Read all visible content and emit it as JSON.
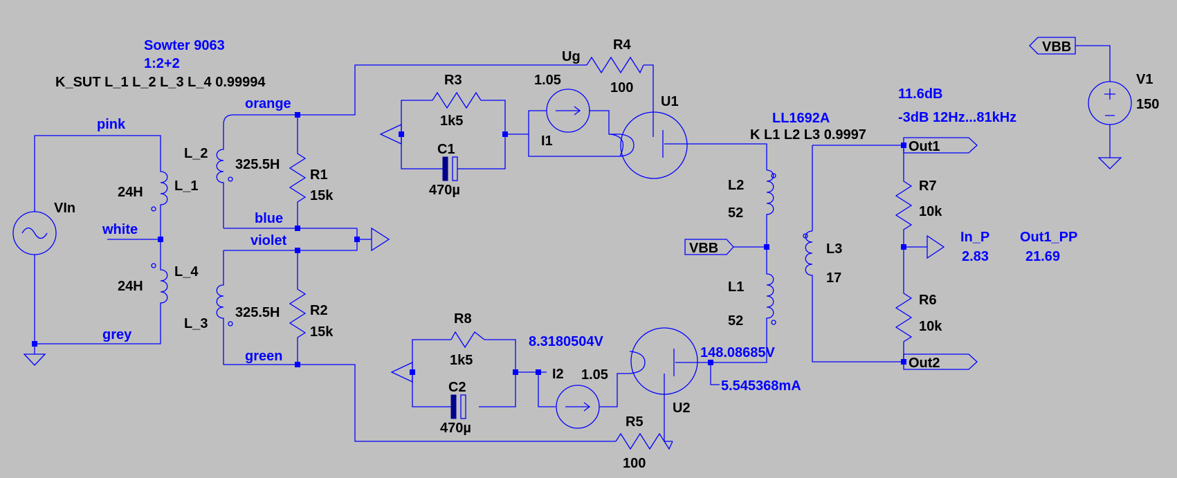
{
  "transformer_sut": {
    "name": "Sowter 9063",
    "ratio": "1:2+2",
    "coupling": "K_SUT L_1 L_2 L_3 L_4 0.99994"
  },
  "transformer_out": {
    "name": "LL1692A",
    "coupling": "K L1 L2 L3 0.9997"
  },
  "measure": {
    "gain": "11.6dB",
    "bandwidth": "-3dB  12Hz...81kHz",
    "in_p_label": "In_P",
    "in_p_value": "2.83",
    "out_pp_label": "Out1_PP",
    "out_pp_value": "21.69"
  },
  "nets": {
    "pink": "pink",
    "white": "white",
    "grey": "grey",
    "orange": "orange",
    "blue": "blue",
    "violet": "violet",
    "green": "green",
    "ug": "Ug"
  },
  "components": {
    "vin": "VIn",
    "l_1": {
      "name": "L_1",
      "value": "24H"
    },
    "l_4": {
      "name": "L_4",
      "value": "24H"
    },
    "l_2": {
      "name": "L_2",
      "value": "325.5H"
    },
    "l_3": {
      "name": "L_3",
      "value": "325.5H"
    },
    "r1": {
      "name": "R1",
      "value": "15k"
    },
    "r2": {
      "name": "R2",
      "value": "15k"
    },
    "r3": {
      "name": "R3",
      "value": "1k5"
    },
    "r8": {
      "name": "R8",
      "value": "1k5"
    },
    "c1": {
      "name": "C1",
      "value": "470µ"
    },
    "c2": {
      "name": "C2",
      "value": "470µ"
    },
    "i1": {
      "name": "I1",
      "value": "1.05"
    },
    "i2": {
      "name": "I2",
      "value": "1.05"
    },
    "r4": {
      "name": "R4",
      "value": "100"
    },
    "r5": {
      "name": "R5",
      "value": "100"
    },
    "u1": "U1",
    "u2": "U2",
    "l1": {
      "name": "L1",
      "value": "52"
    },
    "l2": {
      "name": "L2",
      "value": "52"
    },
    "l3": {
      "name": "L3",
      "value": "17"
    },
    "r6": {
      "name": "R6",
      "value": "10k"
    },
    "r7": {
      "name": "R7",
      "value": "10k"
    },
    "v1": {
      "name": "V1",
      "value": "150"
    }
  },
  "flags": {
    "vbb_mid": "VBB",
    "vbb_top": "VBB",
    "out1": "Out1",
    "out2": "Out2"
  },
  "probes": {
    "cathode_voltage": "8.3180504V",
    "anode_voltage": "148.08685V",
    "anode_current": "5.545368mA"
  }
}
